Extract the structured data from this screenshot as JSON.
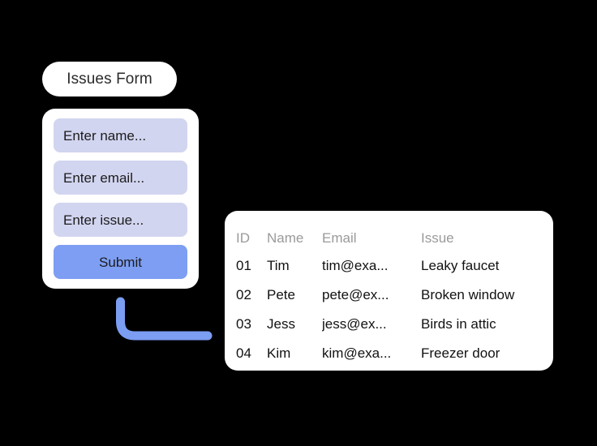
{
  "colors": {
    "background": "#000000",
    "card": "#ffffff",
    "field_bg": "#d2d5f0",
    "accent_blue": "#7d9ef2",
    "connector_blue": "#7b9df2",
    "header_text": "#9a9a9a",
    "body_text": "#111111"
  },
  "form": {
    "title": "Issues Form",
    "fields": [
      {
        "name": "name",
        "placeholder": "Enter name..."
      },
      {
        "name": "email",
        "placeholder": "Enter email..."
      },
      {
        "name": "issue",
        "placeholder": "Enter issue..."
      }
    ],
    "submit_label": "Submit"
  },
  "connector": {
    "icon": "elbow-arrow-icon"
  },
  "table": {
    "columns": [
      "ID",
      "Name",
      "Email",
      "Issue"
    ],
    "rows": [
      {
        "id": "01",
        "name": "Tim",
        "email": "tim@exa...",
        "issue": "Leaky faucet"
      },
      {
        "id": "02",
        "name": "Pete",
        "email": "pete@ex...",
        "issue": "Broken window"
      },
      {
        "id": "03",
        "name": "Jess",
        "email": "jess@ex...",
        "issue": "Birds in attic"
      },
      {
        "id": "04",
        "name": "Kim",
        "email": "kim@exa...",
        "issue": "Freezer door"
      }
    ]
  }
}
